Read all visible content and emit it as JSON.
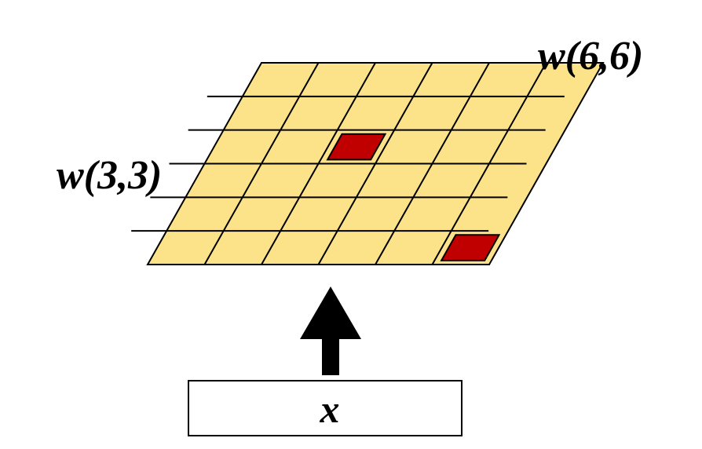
{
  "labels": {
    "w33": "w(3,3)",
    "w66": "w(6,6)",
    "input": "x"
  },
  "grid": {
    "rows": 6,
    "cols": 6,
    "highlighted_cells": [
      {
        "row": 3,
        "col": 3
      },
      {
        "row": 6,
        "col": 6
      }
    ]
  },
  "colors": {
    "grid_fill": "#fce38a",
    "highlight": "#c00000",
    "lines": "#000000",
    "arrow": "#000000",
    "input_box_fill": "#ffffff"
  }
}
